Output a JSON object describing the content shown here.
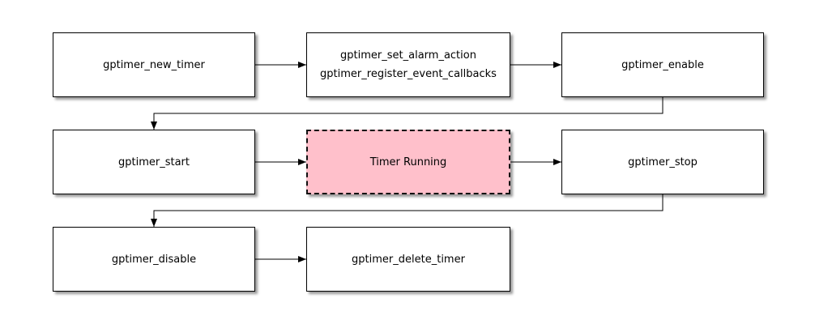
{
  "diagram": {
    "type": "flowchart",
    "nodes": {
      "new_timer": {
        "label": "gptimer_new_timer"
      },
      "set_alarm": {
        "line1": "gptimer_set_alarm_action",
        "line2": "gptimer_register_event_callbacks"
      },
      "enable": {
        "label": "gptimer_enable"
      },
      "start": {
        "label": "gptimer_start"
      },
      "timer_running": {
        "label": "Timer Running"
      },
      "stop": {
        "label": "gptimer_stop"
      },
      "disable": {
        "label": "gptimer_disable"
      },
      "delete_timer": {
        "label": "gptimer_delete_timer"
      }
    },
    "edges": [
      {
        "from": "new_timer",
        "to": "set_alarm"
      },
      {
        "from": "set_alarm",
        "to": "enable"
      },
      {
        "from": "enable",
        "to": "start"
      },
      {
        "from": "start",
        "to": "timer_running"
      },
      {
        "from": "timer_running",
        "to": "stop"
      },
      {
        "from": "stop",
        "to": "disable"
      },
      {
        "from": "disable",
        "to": "delete_timer"
      }
    ],
    "colors": {
      "node_fill": "#FFFFFF",
      "timer_running_fill": "#FFC0CB",
      "border": "#000000",
      "connector": "#000000",
      "background": "#FFFFFF"
    }
  }
}
